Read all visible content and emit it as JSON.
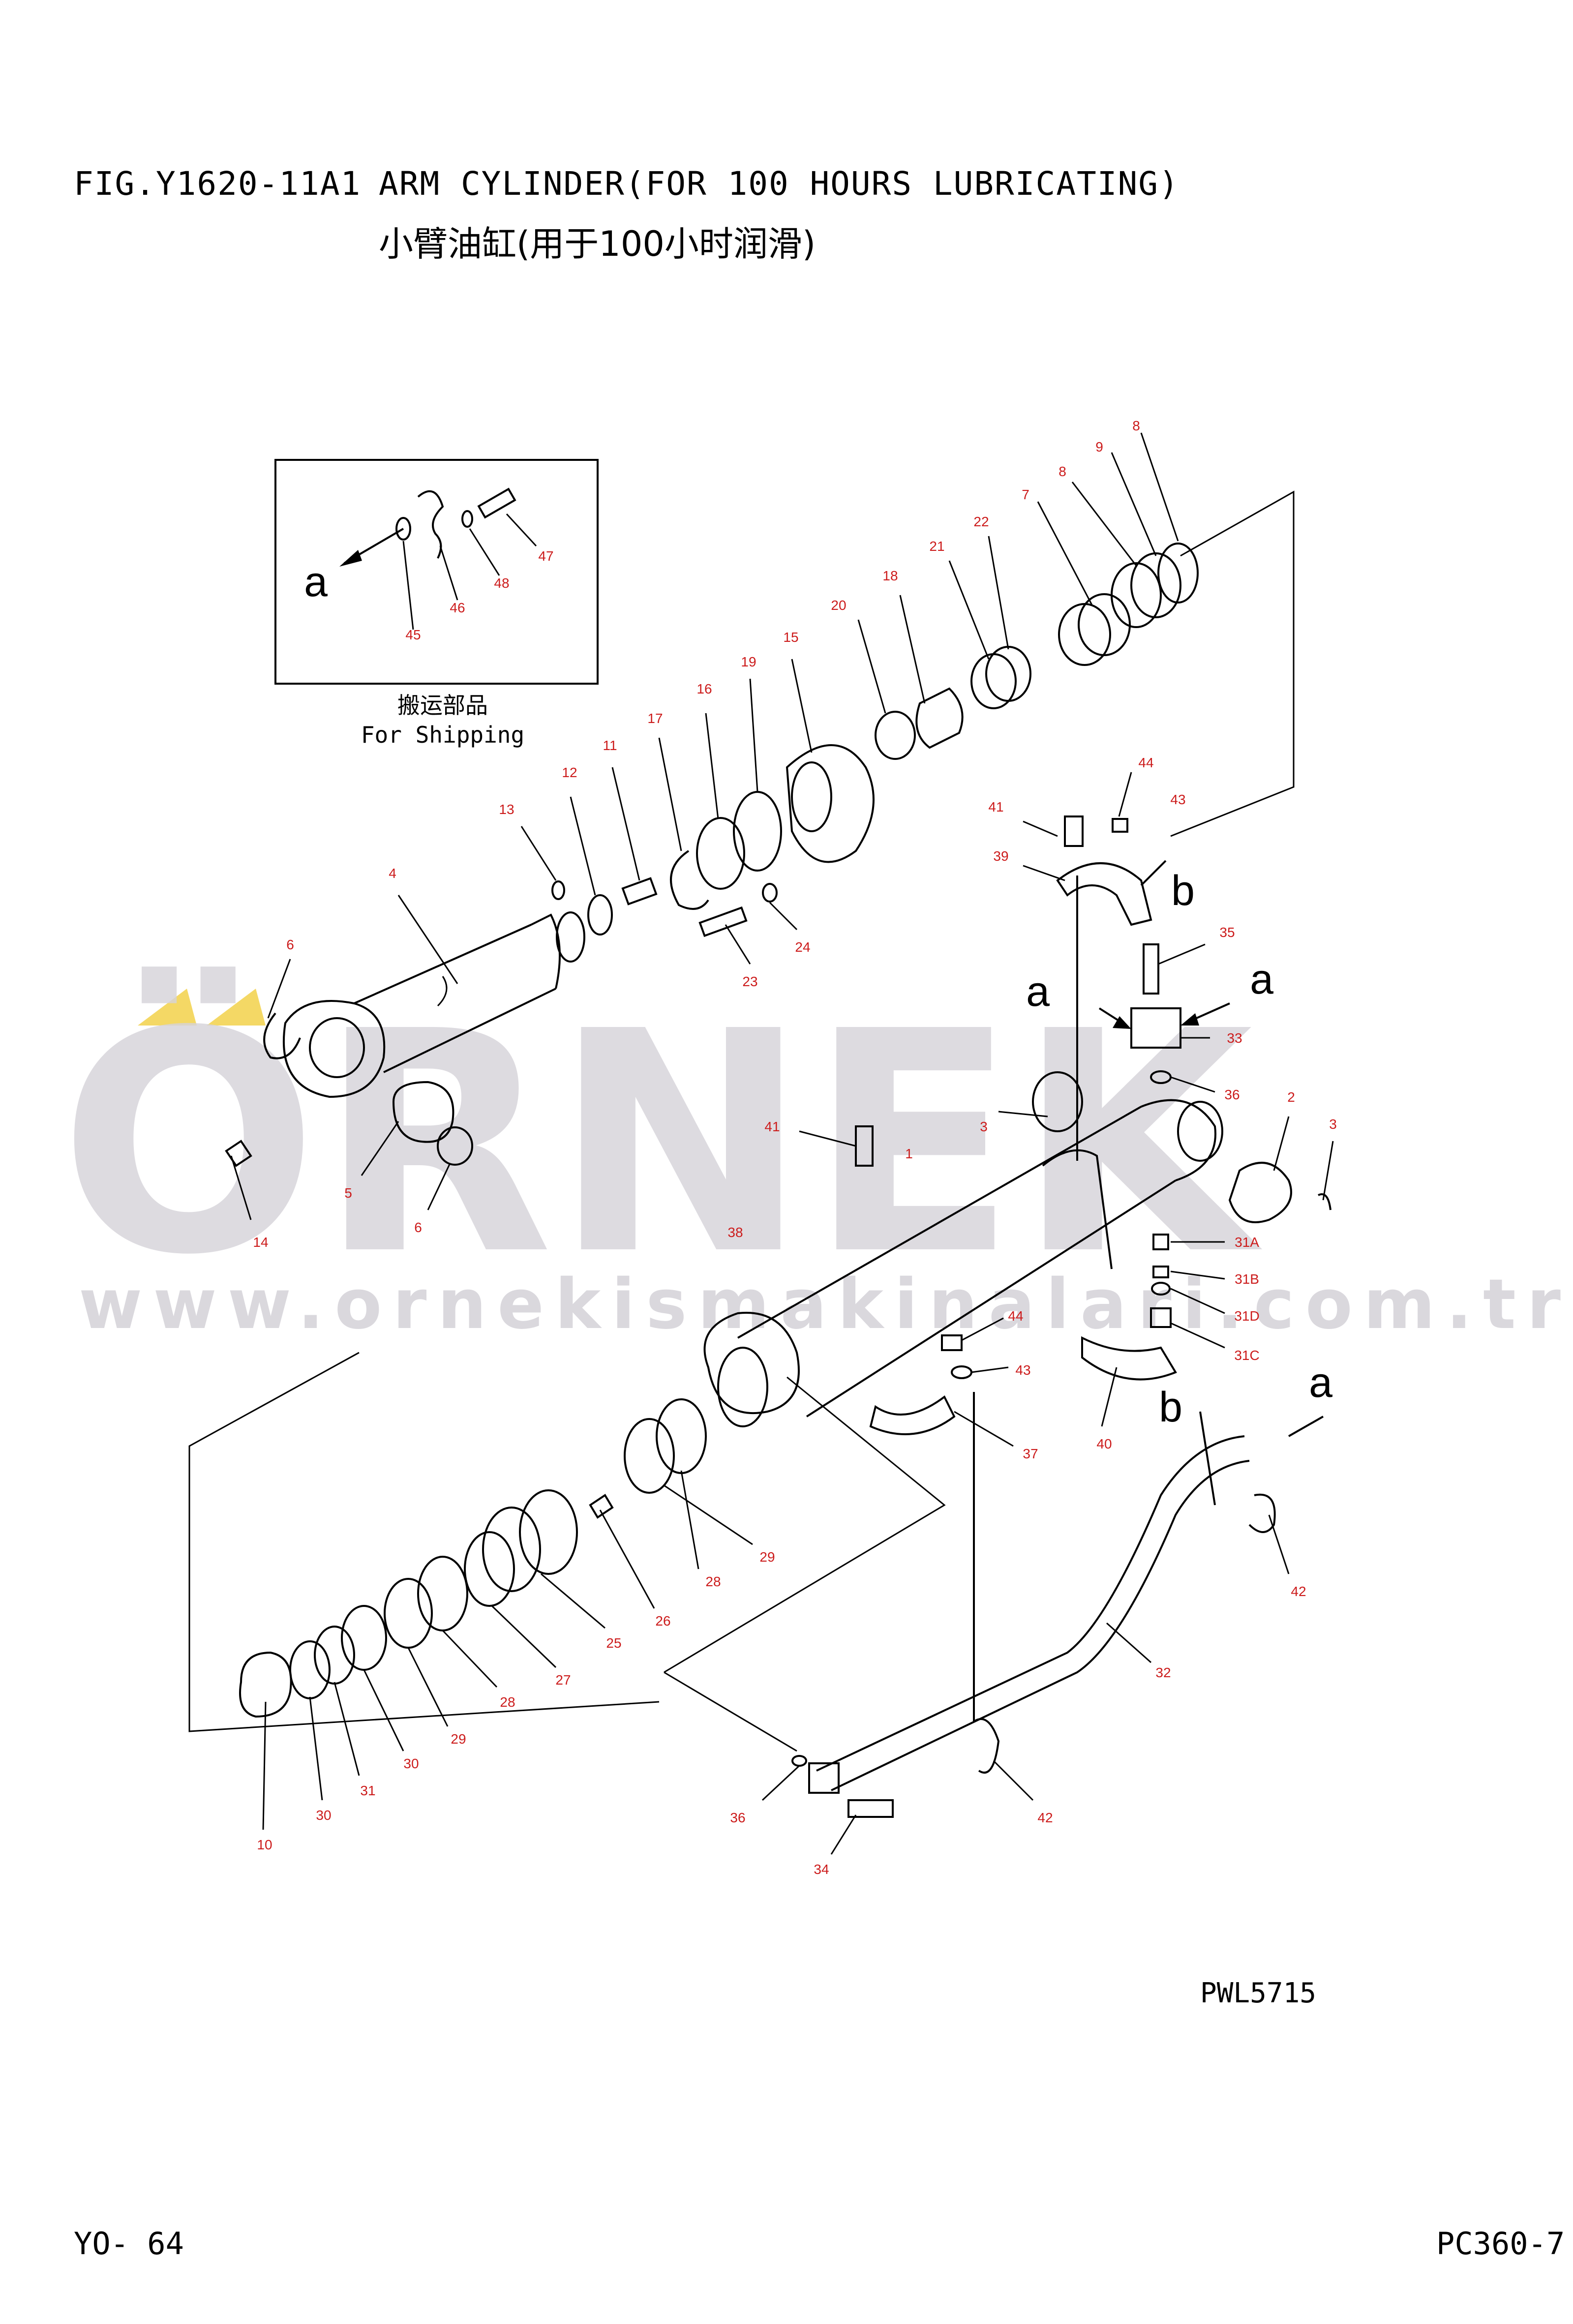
{
  "header": {
    "fig_number": "FIG.Y1620-11A1",
    "title": "ARM CYLINDER(FOR 100 HOURS LUBRICATING)",
    "title_cn": "小臂油缸(用于100小时润滑)"
  },
  "inset": {
    "label_cn": "搬运部品",
    "label_en": "For Shipping",
    "view_letter": "a"
  },
  "view_markers": [
    "a",
    "a",
    "a",
    "a",
    "b",
    "b"
  ],
  "watermark": {
    "brand": "ÖRNEK",
    "url": "www.ornekismakinalari.com.tr",
    "accent_color": "#f2d14a",
    "gray_color": "#d6d4da"
  },
  "part_labels": [
    {
      "id": "p47",
      "text": "47"
    },
    {
      "id": "p48",
      "text": "48"
    },
    {
      "id": "p46",
      "text": "46"
    },
    {
      "id": "p45",
      "text": "45"
    },
    {
      "id": "p8a",
      "text": "8"
    },
    {
      "id": "p9",
      "text": "9"
    },
    {
      "id": "p8b",
      "text": "8"
    },
    {
      "id": "p7",
      "text": "7"
    },
    {
      "id": "p22",
      "text": "22"
    },
    {
      "id": "p21",
      "text": "21"
    },
    {
      "id": "p18",
      "text": "18"
    },
    {
      "id": "p20",
      "text": "20"
    },
    {
      "id": "p15",
      "text": "15"
    },
    {
      "id": "p19",
      "text": "19"
    },
    {
      "id": "p16",
      "text": "16"
    },
    {
      "id": "p17",
      "text": "17"
    },
    {
      "id": "p11",
      "text": "11"
    },
    {
      "id": "p12",
      "text": "12"
    },
    {
      "id": "p13",
      "text": "13"
    },
    {
      "id": "p4",
      "text": "4"
    },
    {
      "id": "p23",
      "text": "23"
    },
    {
      "id": "p24",
      "text": "24"
    },
    {
      "id": "p6a",
      "text": "6"
    },
    {
      "id": "p5",
      "text": "5"
    },
    {
      "id": "p6b",
      "text": "6"
    },
    {
      "id": "p14",
      "text": "14"
    },
    {
      "id": "p44a",
      "text": "44"
    },
    {
      "id": "p43a",
      "text": "43"
    },
    {
      "id": "p41a",
      "text": "41"
    },
    {
      "id": "p39",
      "text": "39"
    },
    {
      "id": "p35",
      "text": "35"
    },
    {
      "id": "p33",
      "text": "33"
    },
    {
      "id": "p36a",
      "text": "36"
    },
    {
      "id": "p3a",
      "text": "3"
    },
    {
      "id": "p2",
      "text": "2"
    },
    {
      "id": "p3b",
      "text": "3"
    },
    {
      "id": "p41b",
      "text": "41"
    },
    {
      "id": "p1",
      "text": "1"
    },
    {
      "id": "p38",
      "text": "38"
    },
    {
      "id": "p31A",
      "text": "31A"
    },
    {
      "id": "p31B",
      "text": "31B"
    },
    {
      "id": "p31D",
      "text": "31D"
    },
    {
      "id": "p31C",
      "text": "31C"
    },
    {
      "id": "p44b",
      "text": "44"
    },
    {
      "id": "p43b",
      "text": "43"
    },
    {
      "id": "p37",
      "text": "37"
    },
    {
      "id": "p40",
      "text": "40"
    },
    {
      "id": "p42a",
      "text": "42"
    },
    {
      "id": "p32",
      "text": "32"
    },
    {
      "id": "p42b",
      "text": "42"
    },
    {
      "id": "p29a",
      "text": "29"
    },
    {
      "id": "p28a",
      "text": "28"
    },
    {
      "id": "p26",
      "text": "26"
    },
    {
      "id": "p25",
      "text": "25"
    },
    {
      "id": "p27",
      "text": "27"
    },
    {
      "id": "p28b",
      "text": "28"
    },
    {
      "id": "p29b",
      "text": "29"
    },
    {
      "id": "p30a",
      "text": "30"
    },
    {
      "id": "p31",
      "text": "31"
    },
    {
      "id": "p30b",
      "text": "30"
    },
    {
      "id": "p10",
      "text": "10"
    },
    {
      "id": "p36b",
      "text": "36"
    },
    {
      "id": "p34",
      "text": "34"
    }
  ],
  "footer": {
    "drawing_code": "PWL5715",
    "page_number": "YO-  64",
    "model_code": "PC360-7"
  }
}
